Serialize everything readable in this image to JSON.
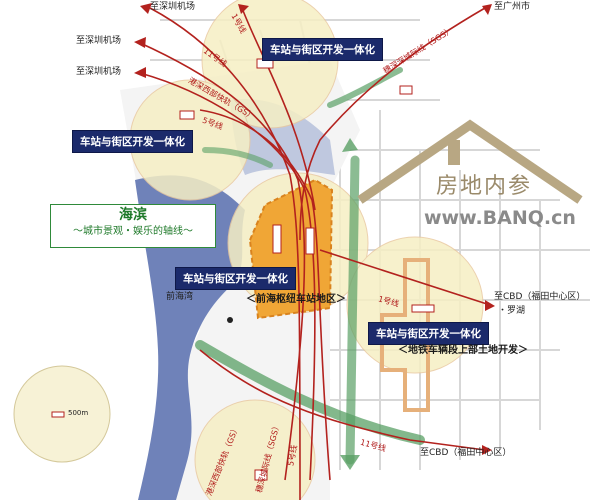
{
  "colors": {
    "metro_line": "#b3221e",
    "green_corridor": "#5aa065",
    "water": "#6f82b9",
    "circle_fill": "#f6efc4",
    "hub_core": "#f0a636",
    "label_bg": "#1b2a6b",
    "seaside_text": "#1f7a2a"
  },
  "destinations": {
    "shenzhen_airport_top": "至深圳机场",
    "shenzhen_airport_1": "至深圳机场",
    "shenzhen_airport_2": "至深圳机场",
    "guangzhou": "至广州市",
    "cbd_luohu": "至CBD（福田中心区）",
    "luohu": "・罗湖",
    "cbd_bottom": "至CBD（福田中心区）"
  },
  "route_labels": {
    "line1_top": "1号线",
    "line11_top": "11号线",
    "western_express": "港深西部快轨（GS）",
    "line5_top": "5号线",
    "guangzhou_intercity": "穗深深城际线（SGS）",
    "line1_right": "1号线",
    "line11_bottom": "11号线",
    "western_express_bottom": "港深西部快轨（GS）",
    "guangzhou_intercity_bottom": "穗深城际线（SGS）",
    "line5_bottom": "5号线"
  },
  "station_labels": {
    "top": "车站与街区开发一体化",
    "left": "车站与街区开发一体化",
    "center": "车站与街区开发一体化",
    "right": "车站与街区开发一体化"
  },
  "zones": {
    "hub": "＜前海枢纽车站地区＞",
    "depot": "＜地铁车辆段上部土地开发＞"
  },
  "seaside": {
    "title": "海滨",
    "subtitle": "～城市景观・娱乐的轴线～"
  },
  "places": {
    "qianhai_bay": "前海湾"
  },
  "scale": {
    "label": "500m"
  },
  "watermark": {
    "cn": "房地内参",
    "url": "www.BANQ.cn"
  }
}
